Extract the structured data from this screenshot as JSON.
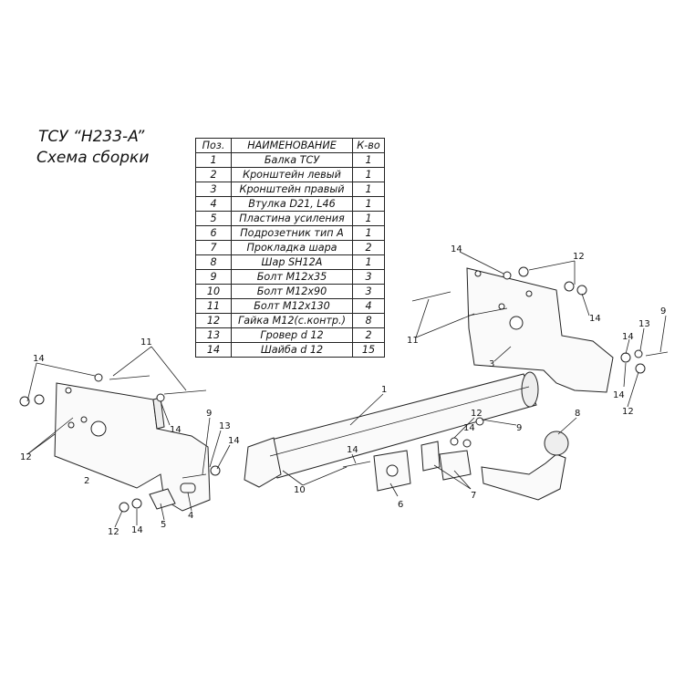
{
  "title": {
    "line1": "ТСУ “H233-A”",
    "line2": "Схема сборки"
  },
  "table": {
    "headers": [
      "Поз.",
      "НАИМЕНОВАНИЕ",
      "К-во"
    ],
    "rows": [
      [
        "1",
        "Балка ТСУ",
        "1"
      ],
      [
        "2",
        "Кронштейн левый",
        "1"
      ],
      [
        "3",
        "Кронштейн правый",
        "1"
      ],
      [
        "4",
        "Втулка D21, L46",
        "1"
      ],
      [
        "5",
        "Пластина усиления",
        "1"
      ],
      [
        "6",
        "Подрозетник тип A",
        "1"
      ],
      [
        "7",
        "Прокладка шара",
        "2"
      ],
      [
        "8",
        "Шар SH12A",
        "1"
      ],
      [
        "9",
        "Болт M12x35",
        "3"
      ],
      [
        "10",
        "Болт M12x90",
        "3"
      ],
      [
        "11",
        "Болт M12x130",
        "4"
      ],
      [
        "12",
        "Гайка M12(с.контр.)",
        "8"
      ],
      [
        "13",
        "Гровер d 12",
        "2"
      ],
      [
        "14",
        "Шайба d 12",
        "15"
      ]
    ]
  },
  "callouts": [
    {
      "id": "c14a",
      "label": "14"
    },
    {
      "id": "c12a",
      "label": "12"
    },
    {
      "id": "c11a",
      "label": "11"
    },
    {
      "id": "c14b",
      "label": "14"
    },
    {
      "id": "c2",
      "label": "2"
    },
    {
      "id": "c9a",
      "label": "9"
    },
    {
      "id": "c13a",
      "label": "13"
    },
    {
      "id": "c14c",
      "label": "14"
    },
    {
      "id": "c5",
      "label": "5"
    },
    {
      "id": "c4",
      "label": "4"
    },
    {
      "id": "c12b",
      "label": "12"
    },
    {
      "id": "c14d",
      "label": "14"
    },
    {
      "id": "c1",
      "label": "1"
    },
    {
      "id": "c10",
      "label": "10"
    },
    {
      "id": "c14e",
      "label": "14"
    },
    {
      "id": "c6",
      "label": "6"
    },
    {
      "id": "c12c",
      "label": "12"
    },
    {
      "id": "c14f",
      "label": "14"
    },
    {
      "id": "c7",
      "label": "7"
    },
    {
      "id": "c9b",
      "label": "9"
    },
    {
      "id": "c8",
      "label": "8"
    },
    {
      "id": "c14g",
      "label": "14"
    },
    {
      "id": "c12d",
      "label": "12"
    },
    {
      "id": "c14h",
      "label": "14"
    },
    {
      "id": "c11b",
      "label": "11"
    },
    {
      "id": "c3",
      "label": "3"
    },
    {
      "id": "c14i",
      "label": "14"
    },
    {
      "id": "c13b",
      "label": "13"
    },
    {
      "id": "c9c",
      "label": "9"
    },
    {
      "id": "c14j",
      "label": "14"
    },
    {
      "id": "c12e",
      "label": "12"
    }
  ]
}
